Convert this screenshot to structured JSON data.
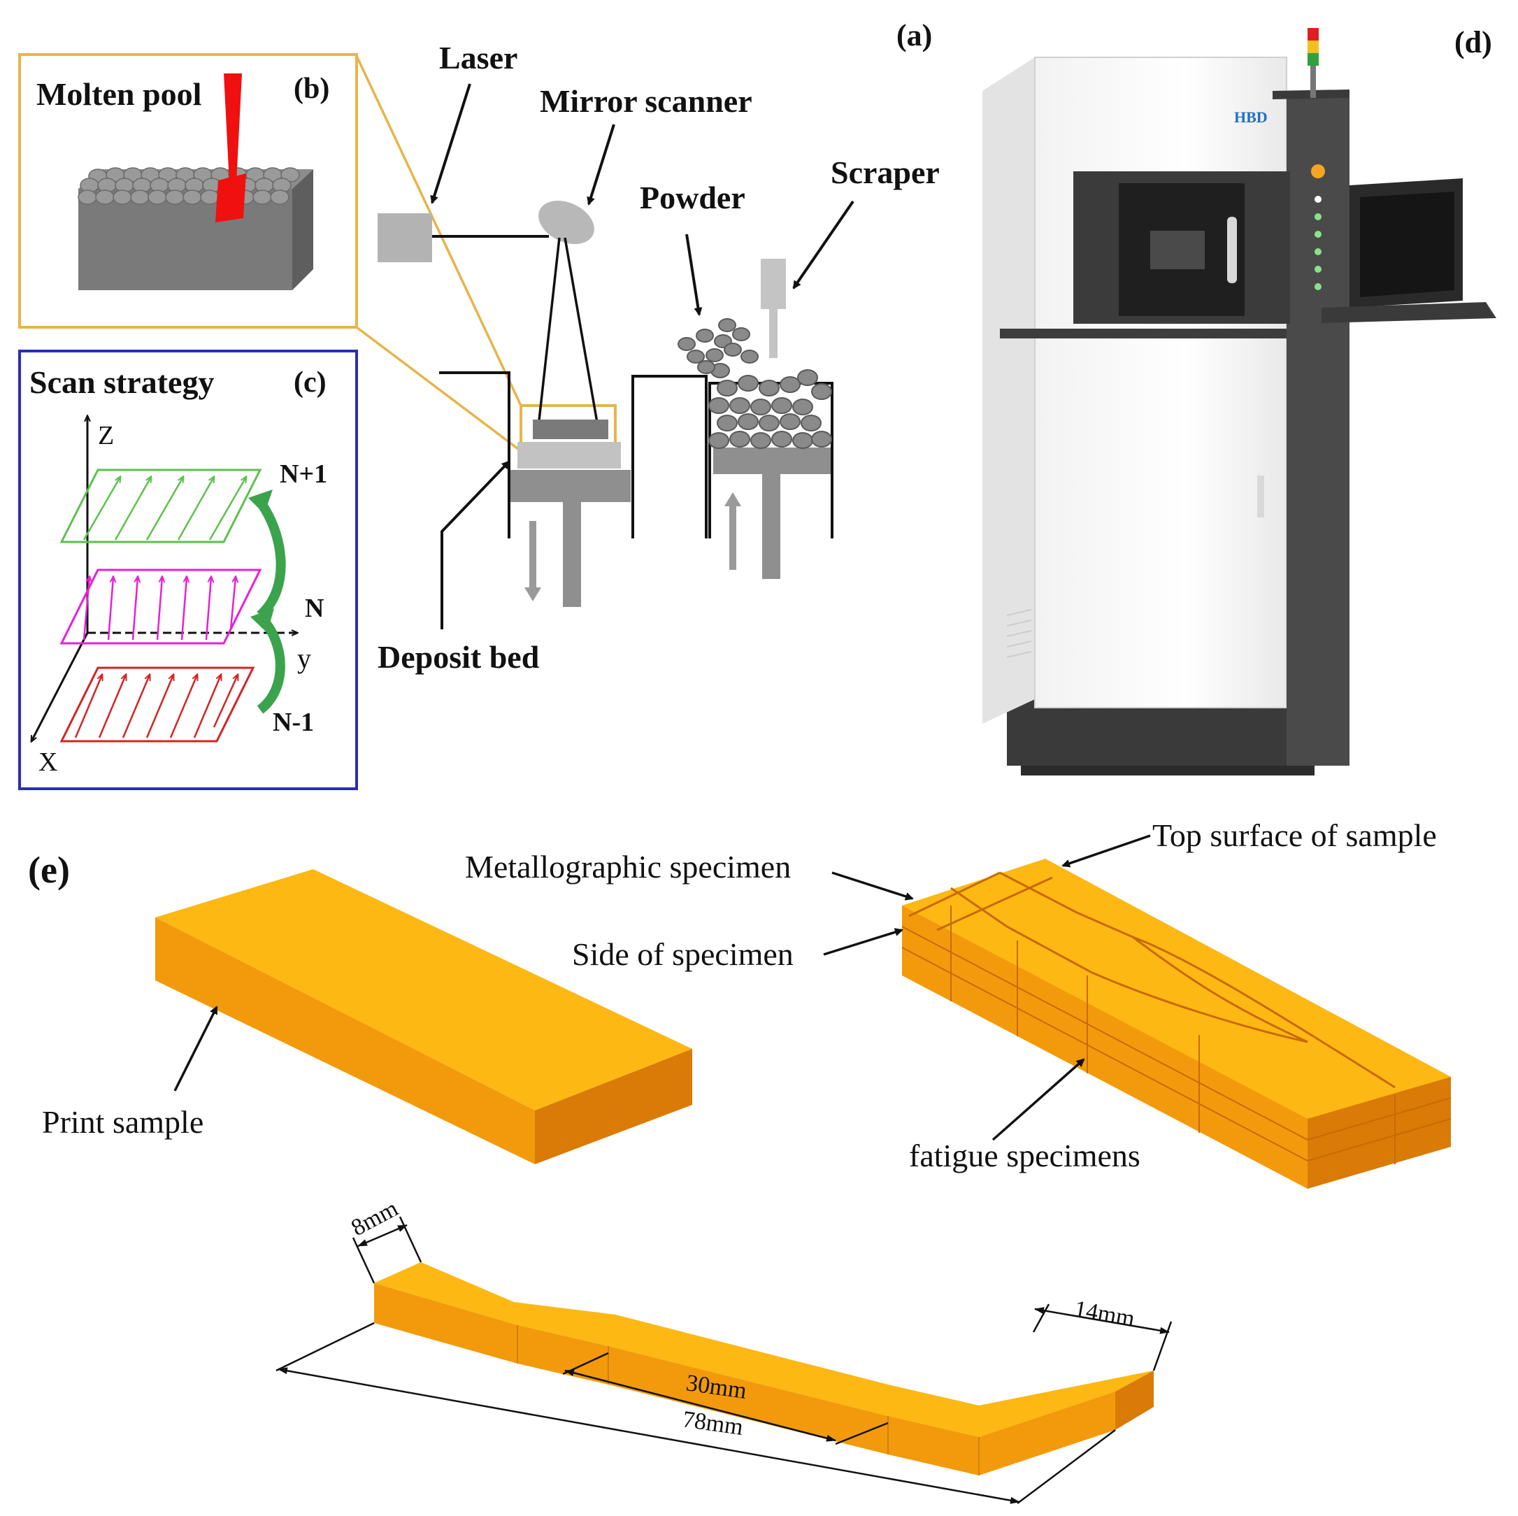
{
  "panels": {
    "a": "(a)",
    "b": "(b)",
    "c": "(c)",
    "d": "(d)",
    "e": "(e)"
  },
  "panel_b": {
    "title": "Molten pool"
  },
  "panel_c": {
    "title": "Scan strategy",
    "axis_z": "Z",
    "axis_y": "y",
    "axis_x": "X",
    "layer_top": "N+1",
    "layer_mid": "N",
    "layer_bottom": "N-1"
  },
  "panel_a": {
    "laser": "Laser",
    "mirror_scanner": "Mirror scanner",
    "powder": "Powder",
    "scraper": "Scraper",
    "deposit_bed": "Deposit bed"
  },
  "panel_d": {
    "brand": "HBD"
  },
  "panel_e": {
    "print_sample": "Print sample",
    "metallographic_specimen": "Metallographic specimen",
    "top_surface": "Top surface of sample",
    "side_of_specimen": "Side of specimen",
    "fatigue_specimens": "fatigue specimens",
    "dim_width_end": "8mm",
    "dim_end_length": "14mm",
    "dim_gauge": "30mm",
    "dim_total": "78mm"
  },
  "colors": {
    "orange_top": "#FDB813",
    "orange_side": "#F29A0C",
    "orange_dark": "#D97B06",
    "frame_yellow": "#E8B44A",
    "frame_blue": "#2B2DB8",
    "green": "#5BC24A",
    "magenta": "#E81FD6",
    "red": "#D42424",
    "laser_red": "#F01010"
  }
}
